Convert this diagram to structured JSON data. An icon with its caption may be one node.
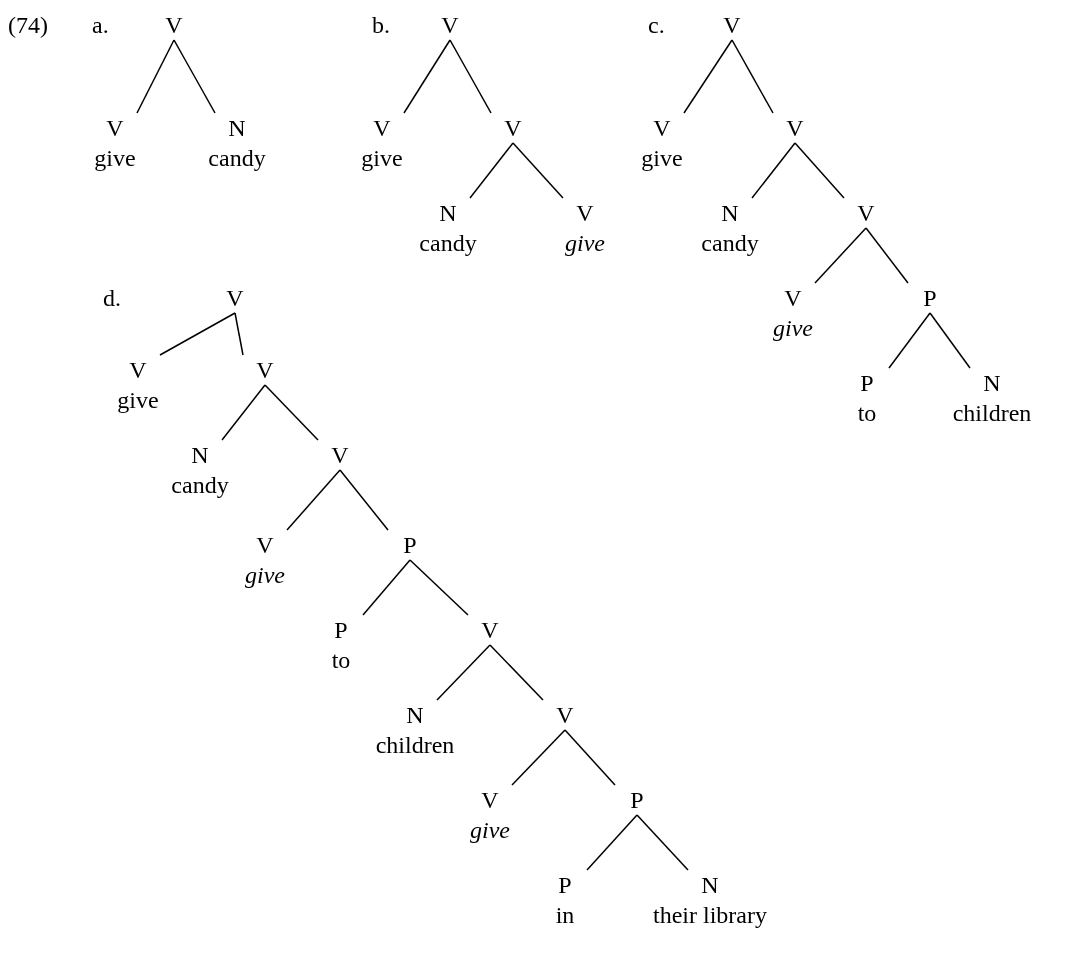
{
  "diagram": {
    "nodes": [
      {
        "text": [
          "V"
        ]
      },
      {
        "text": [
          "V",
          "give"
        ]
      },
      {
        "text": [
          "N",
          "candy"
        ]
      },
      {
        "text": [
          "V"
        ]
      },
      {
        "text": [
          "V",
          "give"
        ]
      },
      {
        "text": [
          "V"
        ]
      },
      {
        "text": [
          "N",
          "candy"
        ]
      },
      {
        "text": [
          "V",
          "*give*"
        ]
      },
      {
        "text": [
          "V"
        ]
      },
      {
        "text": [
          "V",
          "give"
        ]
      },
      {
        "text": [
          "V"
        ]
      },
      {
        "text": [
          "N",
          "candy"
        ]
      },
      {
        "text": [
          "V"
        ]
      },
      {
        "text": [
          "V",
          "*give*"
        ]
      },
      {
        "text": [
          "P"
        ]
      },
      {
        "text": [
          "P",
          "to"
        ]
      },
      {
        "text": [
          "N",
          "children"
        ]
      },
      {
        "text": [
          "V"
        ]
      },
      {
        "text": [
          "V",
          "give"
        ]
      },
      {
        "text": [
          "V"
        ]
      },
      {
        "text": [
          "N",
          "candy"
        ]
      },
      {
        "text": [
          "V"
        ]
      },
      {
        "text": [
          "V",
          "*give*"
        ]
      },
      {
        "text": [
          "P"
        ]
      },
      {
        "text": [
          "P",
          "to"
        ]
      },
      {
        "text": [
          "V"
        ]
      },
      {
        "text": [
          "N",
          "children"
        ]
      },
      {
        "text": [
          "V"
        ]
      },
      {
        "text": [
          "V",
          "*give*"
        ]
      },
      {
        "text": [
          "P"
        ]
      },
      {
        "text": [
          "P",
          "in"
        ]
      },
      {
        "text": [
          "N",
          "their library"
        ]
      }
    ],
    "edges": [
      {
        "from": 0,
        "to": 1,
        "arrow": "none"
      },
      {
        "from": 0,
        "to": 2,
        "arrow": "none"
      },
      {
        "from": 3,
        "to": 4,
        "arrow": "none"
      },
      {
        "from": 3,
        "to": 5,
        "arrow": "none"
      },
      {
        "from": 5,
        "to": 6,
        "arrow": "none"
      },
      {
        "from": 5,
        "to": 7,
        "arrow": "none"
      },
      {
        "from": 8,
        "to": 9,
        "arrow": "none"
      },
      {
        "from": 8,
        "to": 10,
        "arrow": "none"
      },
      {
        "from": 10,
        "to": 11,
        "arrow": "none"
      },
      {
        "from": 10,
        "to": 12,
        "arrow": "none"
      },
      {
        "from": 12,
        "to": 13,
        "arrow": "none"
      },
      {
        "from": 12,
        "to": 14,
        "arrow": "none"
      },
      {
        "from": 14,
        "to": 15,
        "arrow": "none"
      },
      {
        "from": 14,
        "to": 16,
        "arrow": "none"
      },
      {
        "from": 17,
        "to": 18,
        "arrow": "none"
      },
      {
        "from": 17,
        "to": 19,
        "arrow": "none"
      },
      {
        "from": 19,
        "to": 20,
        "arrow": "none"
      },
      {
        "from": 19,
        "to": 21,
        "arrow": "none"
      },
      {
        "from": 21,
        "to": 22,
        "arrow": "none"
      },
      {
        "from": 21,
        "to": 23,
        "arrow": "none"
      },
      {
        "from": 23,
        "to": 24,
        "arrow": "none"
      },
      {
        "from": 23,
        "to": 25,
        "arrow": "none"
      },
      {
        "from": 25,
        "to": 26,
        "arrow": "none"
      },
      {
        "from": 25,
        "to": 27,
        "arrow": "none"
      },
      {
        "from": 27,
        "to": 28,
        "arrow": "none"
      },
      {
        "from": 27,
        "to": 29,
        "arrow": "none"
      },
      {
        "from": 29,
        "to": 30,
        "arrow": "none"
      },
      {
        "from": 29,
        "to": 31,
        "arrow": "none"
      }
    ],
    "labels": [
      "(74)",
      "a.",
      "b.",
      "c.",
      "d."
    ]
  }
}
